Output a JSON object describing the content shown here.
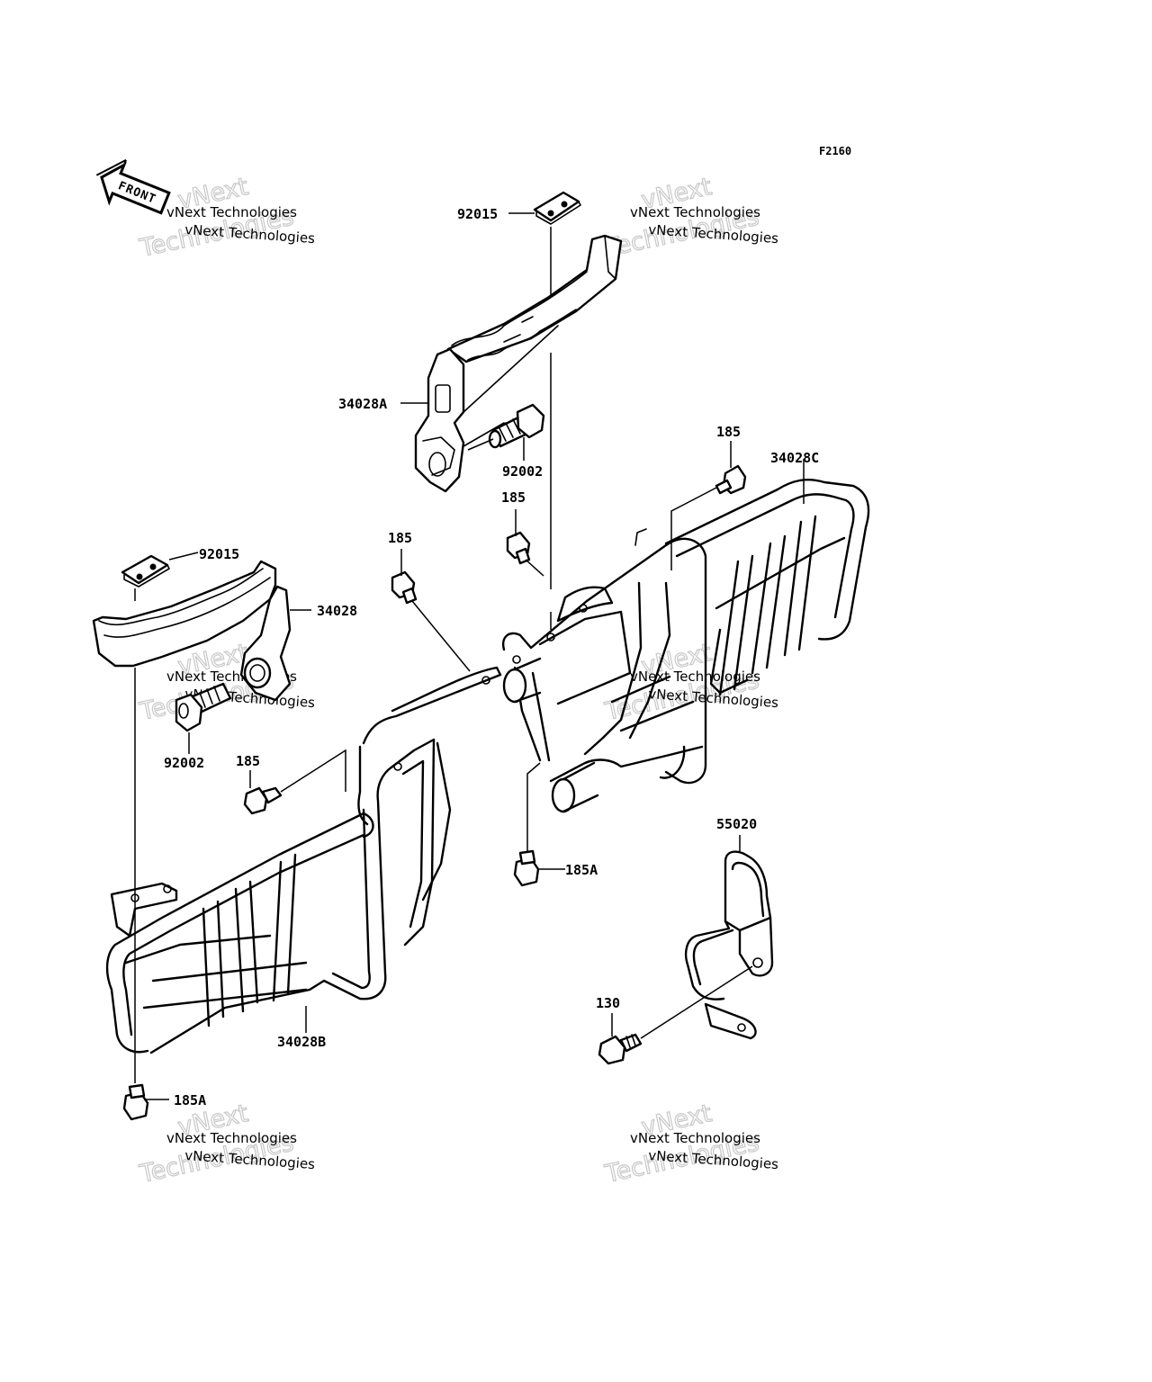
{
  "figure_code": "F2160",
  "front_label": "FRONT",
  "watermark": {
    "line1": "vNext Technologies",
    "line2": "vNext Technologies"
  },
  "parts": {
    "p92015_top": "92015",
    "p34028a": "34028A",
    "p92002_top": "92002",
    "p185_right_top": "185",
    "p34028c": "34028C",
    "p185_mid_right": "185",
    "p185_mid_left": "185",
    "p92015_left": "92015",
    "p34028": "34028",
    "p92002_left": "92002",
    "p185_left": "185",
    "p185a_right": "185A",
    "p55020": "55020",
    "p130": "130",
    "p34028b": "34028B",
    "p185a_left": "185A"
  }
}
